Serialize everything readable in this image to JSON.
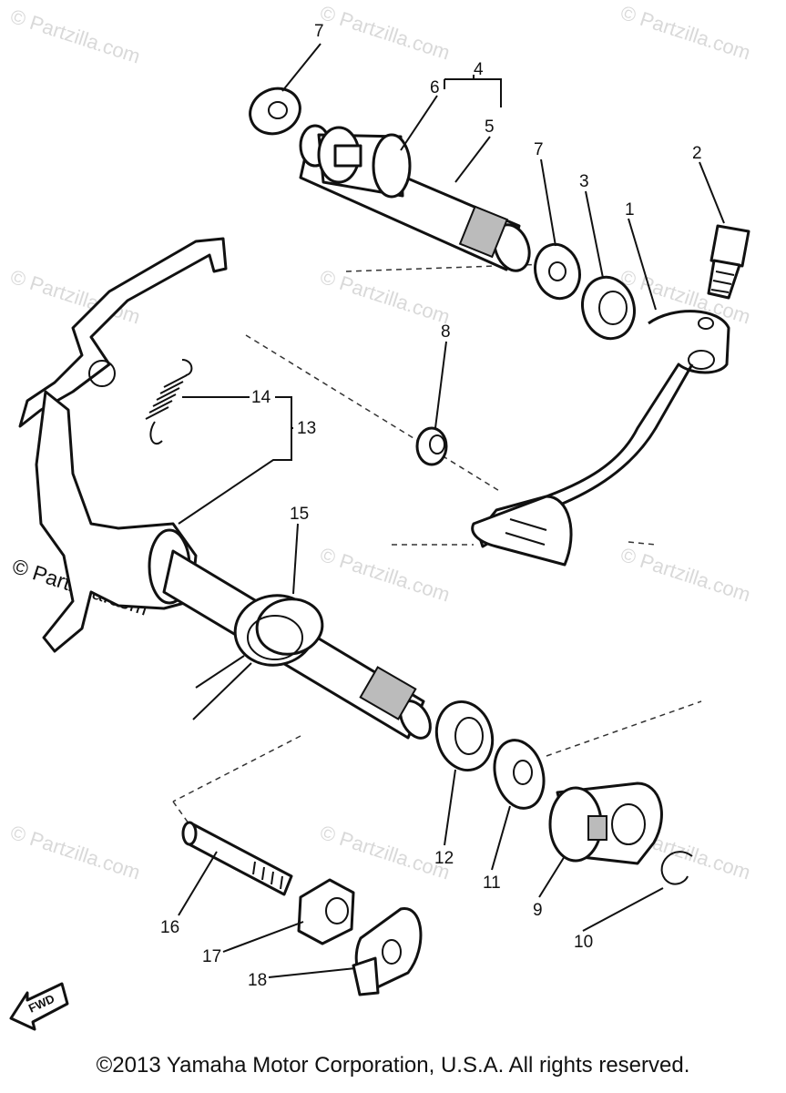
{
  "watermark": "© Partzilla.com",
  "callouts": [
    "1",
    "2",
    "3",
    "4",
    "5",
    "6",
    "7",
    "8",
    "9",
    "10",
    "11",
    "12",
    "13",
    "14",
    "15",
    "16",
    "17",
    "18"
  ],
  "fwd_label": "FWD",
  "copyright": "©2013 Yamaha Motor Corporation, U.S.A. All rights reserved."
}
